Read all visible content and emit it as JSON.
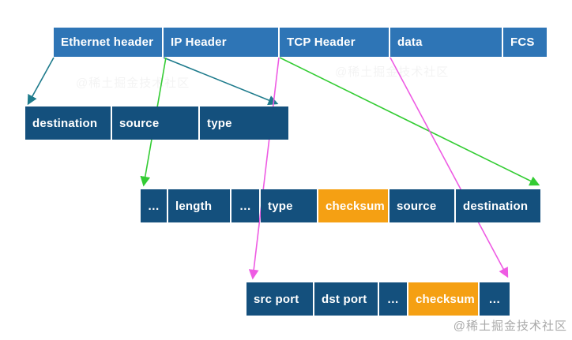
{
  "frame": {
    "cells": [
      "Ethernet header",
      "IP Header",
      "TCP Header",
      "data",
      "FCS"
    ]
  },
  "ethernet_fields": {
    "cells": [
      "destination",
      "source",
      "type"
    ]
  },
  "ip_fields": {
    "cells": [
      "…",
      "length",
      "…",
      "type",
      "checksum",
      "source",
      "destination"
    ]
  },
  "tcp_fields": {
    "cells": [
      "src port",
      "dst port",
      "…",
      "checksum",
      "…"
    ]
  },
  "diagram": {
    "arrow_groups": [
      {
        "from": "Ethernet header",
        "to": "ethernet header fields row",
        "color_name": "teal"
      },
      {
        "from": "IP Header",
        "to": "ip header fields row",
        "color_name": "green"
      },
      {
        "from": "TCP Header",
        "to": "tcp header fields row",
        "color_name": "magenta"
      }
    ],
    "highlighted_cells": [
      "checksum (ip row)",
      "checksum (tcp row)"
    ]
  },
  "colors": {
    "row_primary_blue": "#2E75B6",
    "row_dark_navy": "#14507D",
    "highlight_orange": "#F5A013",
    "arrow_ethernet_teal": "#1E7B8C",
    "arrow_ip_green": "#33CC33",
    "arrow_tcp_magenta": "#EE5BE3",
    "watermark_gray": "#A9A9A9"
  },
  "watermark": {
    "text": "@稀土掘金技术社区"
  }
}
